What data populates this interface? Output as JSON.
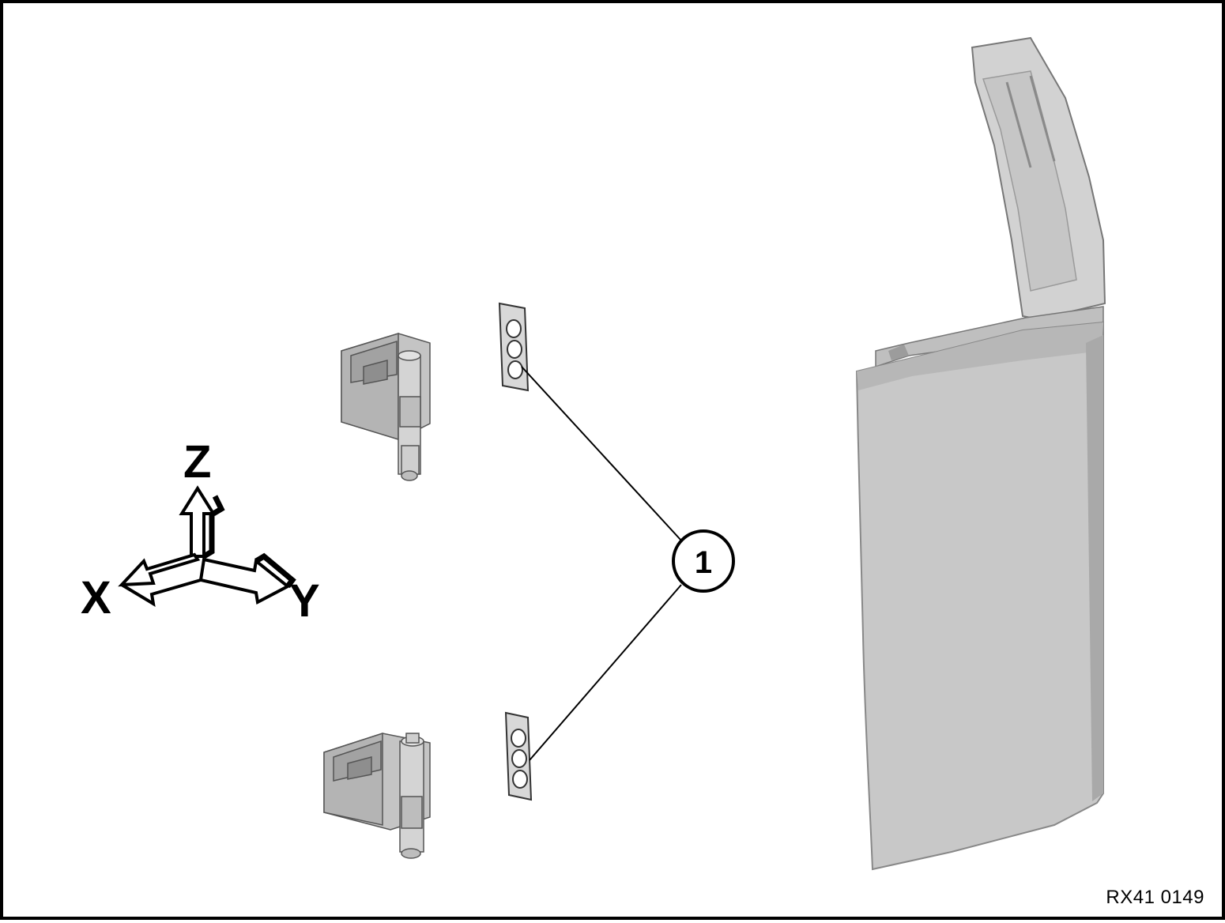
{
  "axes": {
    "x_label": "X",
    "y_label": "Y",
    "z_label": "Z"
  },
  "callout": {
    "number": "1"
  },
  "figure_code": "RX41 0149",
  "colors": {
    "part_fill": "#c8c8c8",
    "part_shade": "#a8a8a8",
    "part_light": "#dcdcdc",
    "outline": "#000000",
    "background": "#ffffff"
  }
}
